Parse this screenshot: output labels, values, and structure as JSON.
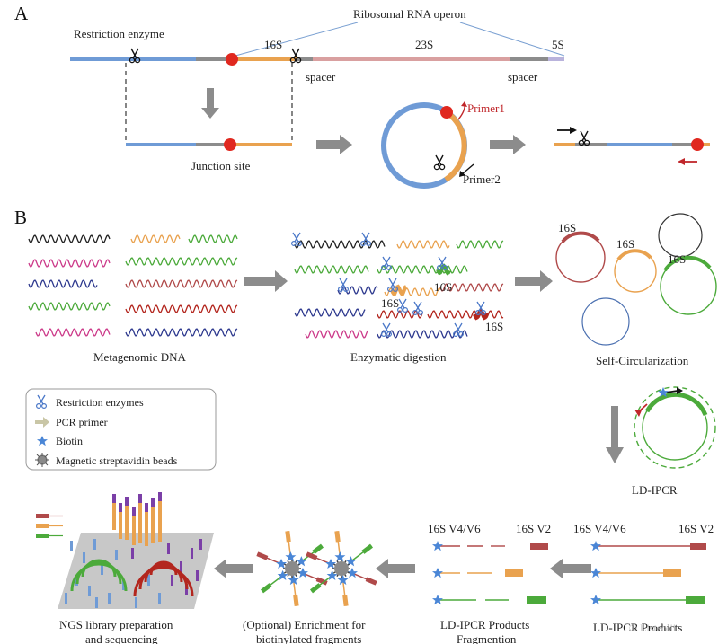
{
  "panel_a": {
    "letter": "A",
    "ribosomal_operon_label": "Ribosomal RNA operon",
    "restriction_enzyme_label": "Restriction enzyme",
    "gene_16s_label": "16S",
    "gene_23s_label": "23S",
    "gene_5s_label": "5S",
    "spacer_label_1": "spacer",
    "spacer_label_2": "spacer",
    "junction_site_label": "Junction site",
    "primer1_label": "Primer1",
    "primer2_label": "Primer2"
  },
  "panel_b": {
    "letter": "B",
    "metagenomic_dna_label": "Metagenomic DNA",
    "enzymatic_digestion_label": "Enzymatic digestion",
    "self_circularization_label": "Self-Circularization",
    "ld_ipcr_label": "LD-IPCR",
    "fragment_16s_labels": [
      "16S",
      "16S",
      "16S"
    ],
    "circle_16s_labels": [
      "16S",
      "16S",
      "16S"
    ],
    "legend": {
      "items": [
        {
          "label": "Restriction enzymes",
          "icon": "scissors-icon"
        },
        {
          "label": "PCR primer",
          "icon": "arrow-icon"
        },
        {
          "label": "Biotin",
          "icon": "star-icon"
        },
        {
          "label": "Magnetic streptavidin beads",
          "icon": "bead-icon"
        }
      ]
    },
    "products": {
      "left_label": "16S V4/V6",
      "right_label": "16S V2",
      "title_line1": "LD-IPCR Products",
      "watermark": "® Listeolii"
    },
    "fragmentation": {
      "left_label": "16S V4/V6",
      "right_label": "16S V2",
      "title_line1": "LD-IPCR Products",
      "title_line2": "Fragmention"
    },
    "enrichment": {
      "title_line1": "(Optional) Enrichment for",
      "title_line2": "biotinylated fragments"
    },
    "ngs": {
      "title_line1": "NGS library preparation",
      "title_line2": "and sequencing"
    }
  },
  "colors": {
    "blue": "#6f9bd6",
    "gray": "#8c8c8c",
    "orange": "#e9a24f",
    "pink": "#d9a0a0",
    "lavender": "#b9b3dc",
    "red_dot": "#e0281f",
    "green": "#4caa3b",
    "maroon": "#b04a4a",
    "dark_red": "#b3261e",
    "magenta": "#cc3b8a",
    "navy": "#2f3a8f",
    "purple": "#7b3fa7"
  }
}
